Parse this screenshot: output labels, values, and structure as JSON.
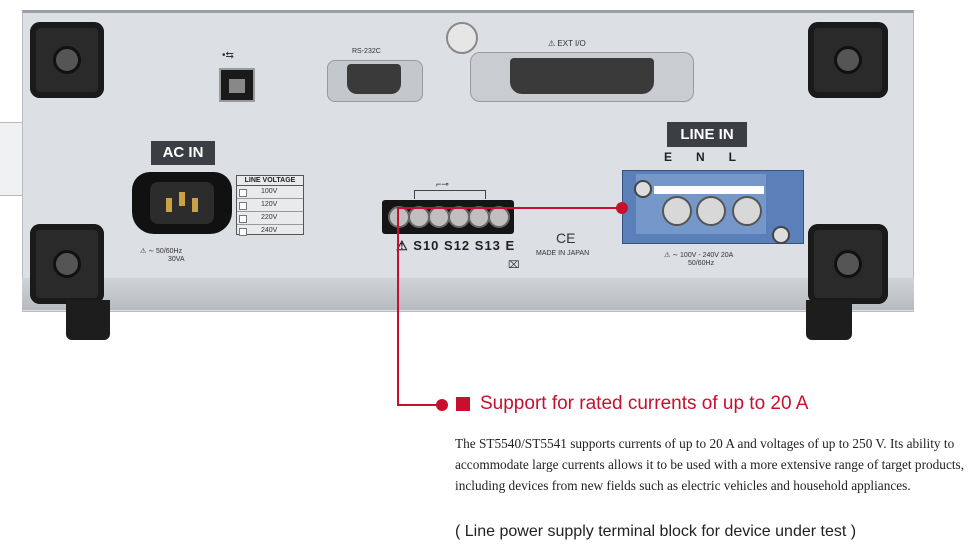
{
  "device": {
    "usb_symbol": "•⇆",
    "rs232c_label": "RS-232C",
    "ext_io_label": "EXT I/O",
    "ac_in": {
      "label": "AC IN",
      "line_voltage_title": "LINE VOLTAGE",
      "voltages": [
        "100V",
        "120V",
        "220V",
        "240V"
      ],
      "rating_line1": "50/60Hz",
      "rating_line2": "30VA"
    },
    "terminal_block": {
      "labels": "S10 S12 S13 E",
      "switch_symbol": "⌐⊸"
    },
    "ce_mark": "CE",
    "made_in": "MADE IN JAPAN",
    "line_in": {
      "label": "LINE IN",
      "terminals": "ENL",
      "rating_line1": "100V - 240V 20A",
      "rating_line2": "50/60Hz"
    }
  },
  "callout": {
    "headline": "Support for rated currents of up to 20 A",
    "description": "The ST5540/ST5541 supports currents of up to 20 A and voltages of up to 250 V. Its ability to accommodate large currents allows it to be used with a more extensive range of target products, including devices from new fields such as electric vehicles and household appliances.",
    "caption": "( Line power supply terminal block for device under test )"
  },
  "colors": {
    "accent_red": "#c8102e",
    "panel": "#dcdfe3",
    "terminal_blue": "#5b7fb8"
  }
}
